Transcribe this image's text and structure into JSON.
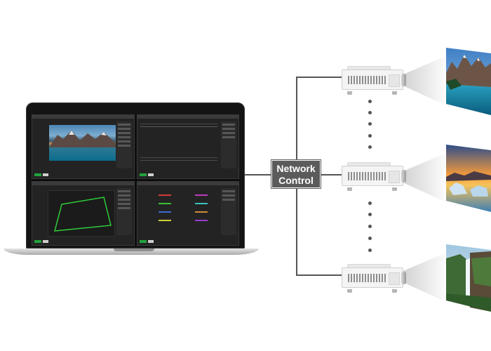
{
  "network_box": {
    "line1": "Network",
    "line2": "Control"
  },
  "colors": {
    "line": "#555555",
    "network_box": "#5b5b5b",
    "accent_green": "#22a33b"
  },
  "laptop": {
    "quadrants": [
      "image-preview",
      "settings-table",
      "warp-geometry",
      "color-adjust"
    ]
  },
  "projectors": [
    {
      "image": "mountain-lake"
    },
    {
      "image": "sunset-ice"
    },
    {
      "image": "waterfall"
    }
  ],
  "icons": [
    "laptop-icon",
    "projector-icon"
  ]
}
